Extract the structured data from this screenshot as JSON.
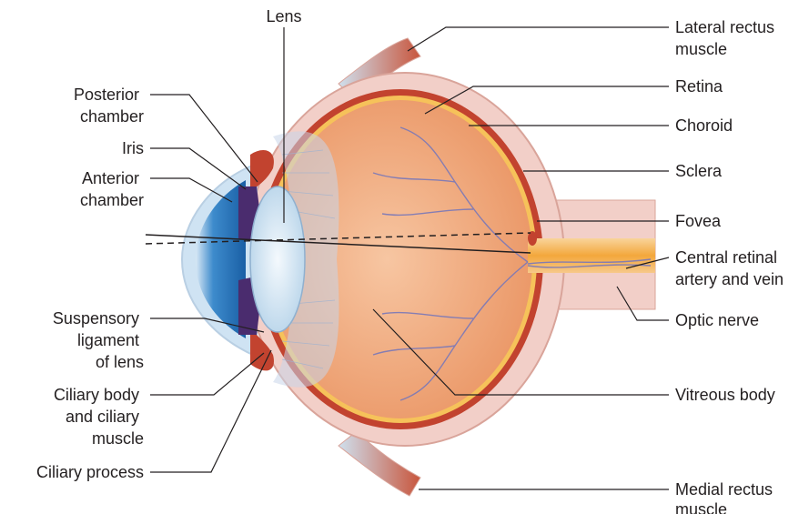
{
  "labels": {
    "lens": "Lens",
    "posterior_chamber": [
      "Posterior",
      "chamber"
    ],
    "iris": "Iris",
    "anterior_chamber": [
      "Anterior",
      "chamber"
    ],
    "suspensory_ligament": [
      "Suspensory",
      "ligament",
      "of lens"
    ],
    "ciliary_body": [
      "Ciliary body",
      "and ciliary",
      "muscle"
    ],
    "ciliary_process": "Ciliary process",
    "lateral_rectus": [
      "Lateral rectus",
      "muscle"
    ],
    "retina": "Retina",
    "choroid": "Choroid",
    "sclera": "Sclera",
    "fovea": "Fovea",
    "central_retinal": [
      "Central retinal",
      "artery and vein"
    ],
    "optic_nerve": "Optic nerve",
    "vitreous_body": "Vitreous body",
    "medial_rectus": [
      "Medial rectus",
      "muscle"
    ]
  },
  "colors": {
    "sclera": "#f2cfc8",
    "sclera_edge": "#d9a49a",
    "choroid": "#c2432f",
    "retina": "#f6c25a",
    "vitreous": "#f0a272",
    "vitreous_light": "#f7c6a2",
    "cornea": "#1f6fb8",
    "cornea_light": "#cfe3f3",
    "iris": "#4a2c6e",
    "lens": "#dfeef8",
    "optic_nerve": "#f3a73c",
    "muscle_red": "#c8553c",
    "vessel": "#7a78b8",
    "text": "#231f20"
  }
}
